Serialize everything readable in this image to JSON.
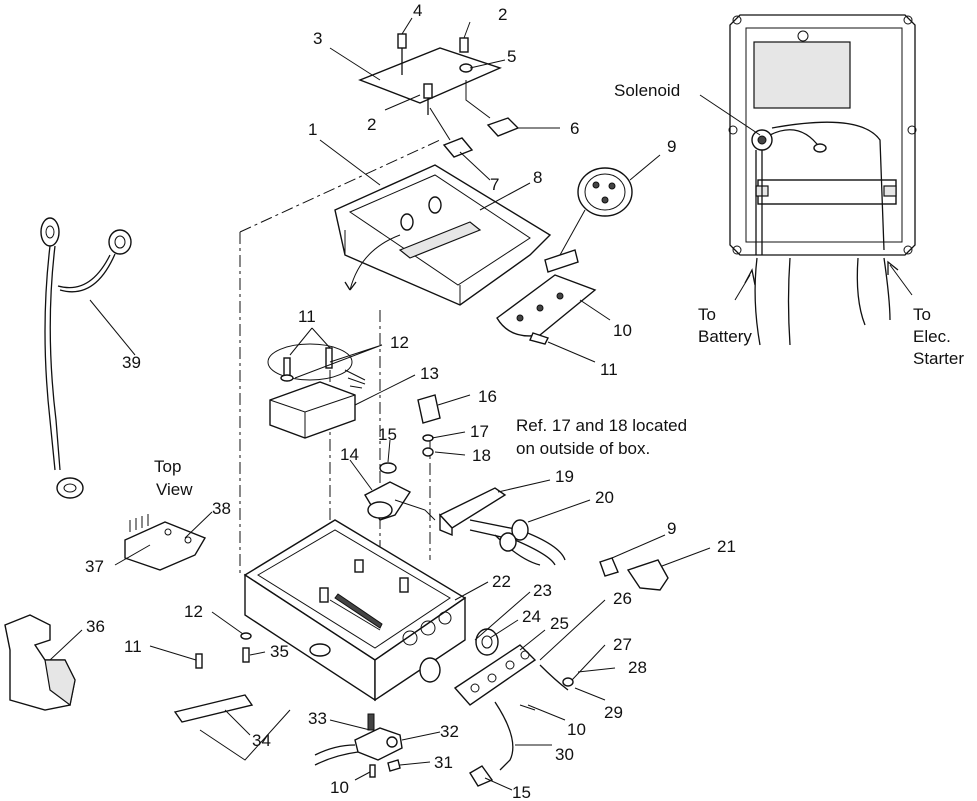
{
  "diagram": {
    "callouts": [
      {
        "id": "c-4",
        "text": "4"
      },
      {
        "id": "c-2a",
        "text": "2"
      },
      {
        "id": "c-3",
        "text": "3"
      },
      {
        "id": "c-5",
        "text": "5"
      },
      {
        "id": "c-2b",
        "text": "2"
      },
      {
        "id": "c-6",
        "text": "6"
      },
      {
        "id": "c-1",
        "text": "1"
      },
      {
        "id": "c-7",
        "text": "7"
      },
      {
        "id": "c-8",
        "text": "8"
      },
      {
        "id": "c-9a",
        "text": "9"
      },
      {
        "id": "c-10a",
        "text": "10"
      },
      {
        "id": "c-11a",
        "text": "11"
      },
      {
        "id": "c-11b",
        "text": "11"
      },
      {
        "id": "c-12a",
        "text": "12"
      },
      {
        "id": "c-13",
        "text": "13"
      },
      {
        "id": "c-16",
        "text": "16"
      },
      {
        "id": "c-17",
        "text": "17"
      },
      {
        "id": "c-18",
        "text": "18"
      },
      {
        "id": "c-15a",
        "text": "15"
      },
      {
        "id": "c-14",
        "text": "14"
      },
      {
        "id": "c-19",
        "text": "19"
      },
      {
        "id": "c-20",
        "text": "20"
      },
      {
        "id": "c-9b",
        "text": "9"
      },
      {
        "id": "c-21",
        "text": "21"
      },
      {
        "id": "c-39",
        "text": "39"
      },
      {
        "id": "c-38",
        "text": "38"
      },
      {
        "id": "c-37",
        "text": "37"
      },
      {
        "id": "c-36",
        "text": "36"
      },
      {
        "id": "c-12b",
        "text": "12"
      },
      {
        "id": "c-11c",
        "text": "11"
      },
      {
        "id": "c-35",
        "text": "35"
      },
      {
        "id": "c-34",
        "text": "34"
      },
      {
        "id": "c-22",
        "text": "22"
      },
      {
        "id": "c-23",
        "text": "23"
      },
      {
        "id": "c-24",
        "text": "24"
      },
      {
        "id": "c-25",
        "text": "25"
      },
      {
        "id": "c-26",
        "text": "26"
      },
      {
        "id": "c-27",
        "text": "27"
      },
      {
        "id": "c-28",
        "text": "28"
      },
      {
        "id": "c-29",
        "text": "29"
      },
      {
        "id": "c-10b",
        "text": "10"
      },
      {
        "id": "c-30",
        "text": "30"
      },
      {
        "id": "c-33",
        "text": "33"
      },
      {
        "id": "c-32",
        "text": "32"
      },
      {
        "id": "c-31",
        "text": "31"
      },
      {
        "id": "c-10c",
        "text": "10"
      },
      {
        "id": "c-15b",
        "text": "15"
      }
    ],
    "labels": {
      "solenoid": "Solenoid",
      "to_battery_1": "To",
      "to_battery_2": "Battery",
      "to_starter_1": "To",
      "to_starter_2": "Elec.",
      "to_starter_3": "Starter",
      "ref_note_1": "Ref. 17 and 18 located",
      "ref_note_2": "on outside of box.",
      "top_view_1": "Top",
      "top_view_2": "View"
    }
  }
}
